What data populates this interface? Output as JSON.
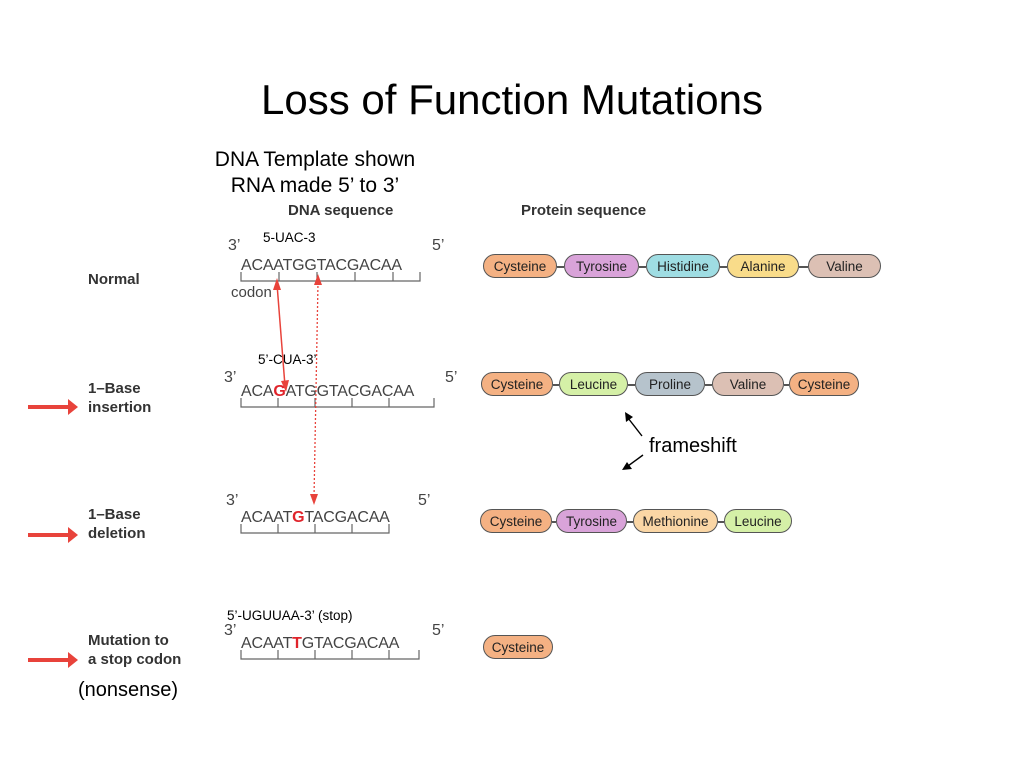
{
  "title": "Loss of Function Mutations",
  "subtitle": [
    "DNA Template shown",
    "RNA made 5’ to 3’"
  ],
  "headers": {
    "dna": "DNA sequence",
    "protein": "Protein sequence"
  },
  "rows": [
    {
      "label": [
        "Normal"
      ],
      "three": "3’",
      "five": "5’",
      "seq": "ACAATGGTACGACAA",
      "mut_index": -1,
      "note": "5-UAC-3",
      "codon_label": "codon",
      "proteins": [
        {
          "name": "Cysteine",
          "color": "#f4b183"
        },
        {
          "name": "Tyrosine",
          "color": "#d9a3d9"
        },
        {
          "name": "Histidine",
          "color": "#9fdde3"
        },
        {
          "name": "Alanine",
          "color": "#f9dc8a"
        },
        {
          "name": "Valine",
          "color": "#dcc0b4"
        }
      ]
    },
    {
      "label": [
        "1–Base",
        "insertion"
      ],
      "three": "3’",
      "five": "5’",
      "seq": "ACAGATGGTACGACAA",
      "mut_index": 3,
      "note": "5’-CUA-3’",
      "proteins": [
        {
          "name": "Cysteine",
          "color": "#f4b183"
        },
        {
          "name": "Leucine",
          "color": "#d5f0a7"
        },
        {
          "name": "Proline",
          "color": "#b6c3cc"
        },
        {
          "name": "Valine",
          "color": "#dcc0b4"
        },
        {
          "name": "Cysteine",
          "color": "#f4b183"
        }
      ]
    },
    {
      "label": [
        "1–Base",
        "deletion"
      ],
      "three": "3’",
      "five": "5’",
      "seq": "ACAATGTACGACAA",
      "mut_index": 5,
      "note": "",
      "proteins": [
        {
          "name": "Cysteine",
          "color": "#f4b183"
        },
        {
          "name": "Tyrosine",
          "color": "#d9a3d9"
        },
        {
          "name": "Methionine",
          "color": "#fad6a5"
        },
        {
          "name": "Leucine",
          "color": "#d5f0a7"
        }
      ]
    },
    {
      "label": [
        "Mutation to",
        "a stop codon"
      ],
      "three": "3’",
      "five": "5’",
      "seq": "ACAATTGTACGACAA",
      "mut_index": 5,
      "note": "5’-UGUUAA-3’ (stop)",
      "proteins": [
        {
          "name": "Cysteine",
          "color": "#f4b183"
        }
      ]
    }
  ],
  "frameshift": "frameshift",
  "nonsense": "(nonsense)",
  "colors": {
    "red": "#e8433b",
    "mutation": "#e0242b"
  }
}
